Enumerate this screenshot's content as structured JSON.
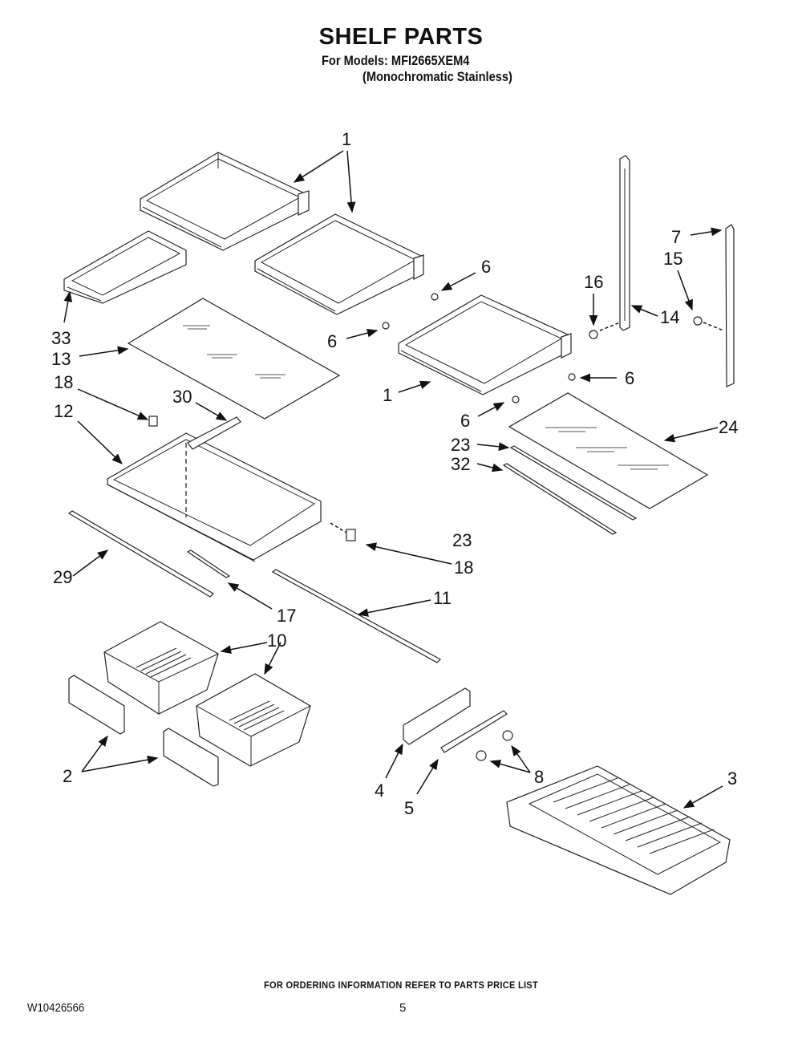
{
  "header": {
    "title": "SHELF PARTS",
    "models_line": "For Models: MFI2665XEM4",
    "variant_line": "(Monochromatic Stainless)"
  },
  "footer": {
    "ordering_note": "FOR ORDERING INFORMATION REFER TO PARTS PRICE LIST",
    "document_number": "W10426566",
    "page_number": "5"
  },
  "callouts": [
    {
      "id": "c1a",
      "label": "1"
    },
    {
      "id": "c1b",
      "label": "1"
    },
    {
      "id": "c33",
      "label": "33"
    },
    {
      "id": "c13",
      "label": "13"
    },
    {
      "id": "c18a",
      "label": "18"
    },
    {
      "id": "c30",
      "label": "30"
    },
    {
      "id": "c12",
      "label": "12"
    },
    {
      "id": "c6a",
      "label": "6"
    },
    {
      "id": "c6b",
      "label": "6"
    },
    {
      "id": "c6c",
      "label": "6"
    },
    {
      "id": "c6d",
      "label": "6"
    },
    {
      "id": "c16",
      "label": "16"
    },
    {
      "id": "c14",
      "label": "14"
    },
    {
      "id": "c7",
      "label": "7"
    },
    {
      "id": "c15",
      "label": "15"
    },
    {
      "id": "c24",
      "label": "24"
    },
    {
      "id": "c23a",
      "label": "23"
    },
    {
      "id": "c32",
      "label": "32"
    },
    {
      "id": "c23b",
      "label": "23"
    },
    {
      "id": "c18b",
      "label": "18"
    },
    {
      "id": "c29",
      "label": "29"
    },
    {
      "id": "c17",
      "label": "17"
    },
    {
      "id": "c11",
      "label": "11"
    },
    {
      "id": "c10",
      "label": "10"
    },
    {
      "id": "c2",
      "label": "2"
    },
    {
      "id": "c4",
      "label": "4"
    },
    {
      "id": "c5",
      "label": "5"
    },
    {
      "id": "c8",
      "label": "8"
    },
    {
      "id": "c3",
      "label": "3"
    }
  ]
}
